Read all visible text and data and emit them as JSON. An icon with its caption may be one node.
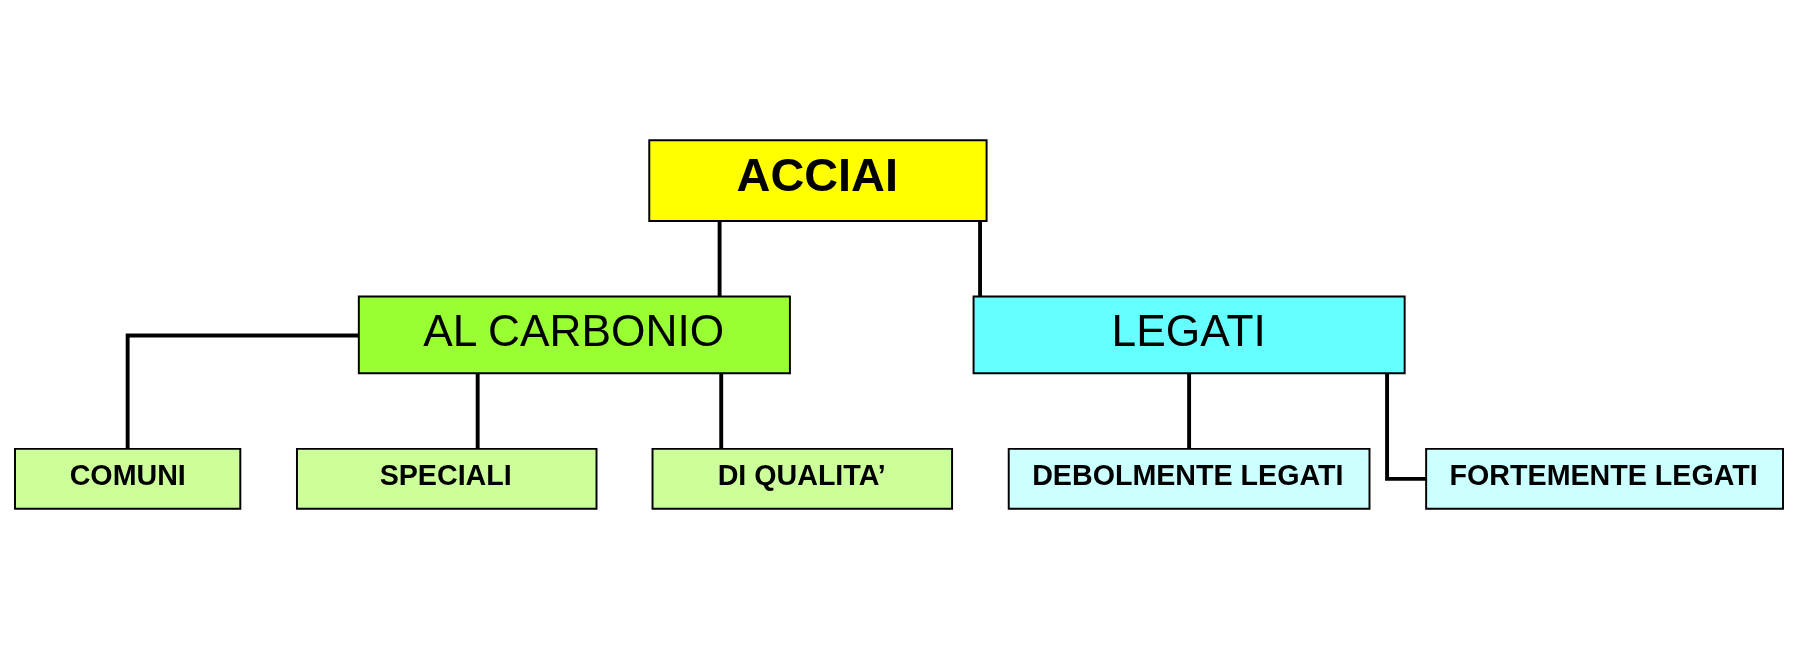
{
  "diagram": {
    "nodes": [
      {
        "text": [
          "ACCIAI"
        ]
      },
      {
        "text": [
          "AL CARBONIO"
        ]
      },
      {
        "text": [
          "LEGATI"
        ]
      },
      {
        "text": [
          "COMUNI"
        ]
      },
      {
        "text": [
          "SPECIALI"
        ]
      },
      {
        "text": [
          "DI QUALITA’"
        ]
      },
      {
        "text": [
          "DEBOLMENTE LEGATI"
        ]
      },
      {
        "text": [
          "FORTEMENTE LEGATI"
        ]
      }
    ],
    "edges": [
      {
        "from": 0,
        "to": 1,
        "arrow": "none"
      },
      {
        "from": 0,
        "to": 2,
        "arrow": "none"
      },
      {
        "from": 1,
        "to": 3,
        "arrow": "none"
      },
      {
        "from": 1,
        "to": 4,
        "arrow": "none"
      },
      {
        "from": 1,
        "to": 5,
        "arrow": "none"
      },
      {
        "from": 2,
        "to": 6,
        "arrow": "none"
      },
      {
        "from": 2,
        "to": 7,
        "arrow": "none"
      }
    ]
  }
}
